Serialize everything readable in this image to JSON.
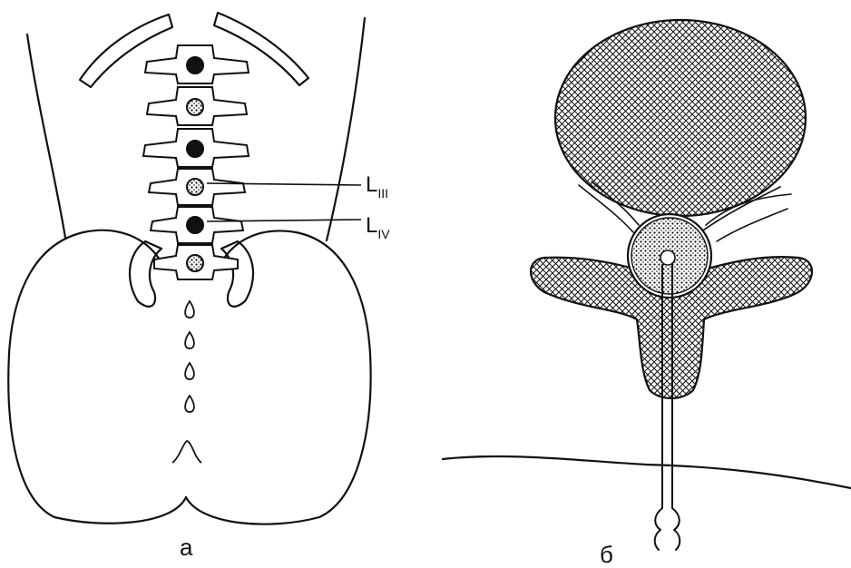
{
  "panel_a": {
    "vertebra_labels": [
      {
        "letter": "L",
        "sub": "III"
      },
      {
        "letter": "L",
        "sub": "IV"
      }
    ],
    "caption": "а"
  },
  "panel_b": {
    "caption": "б"
  },
  "colors": {
    "ink": "#111111",
    "background": "#ffffff"
  }
}
